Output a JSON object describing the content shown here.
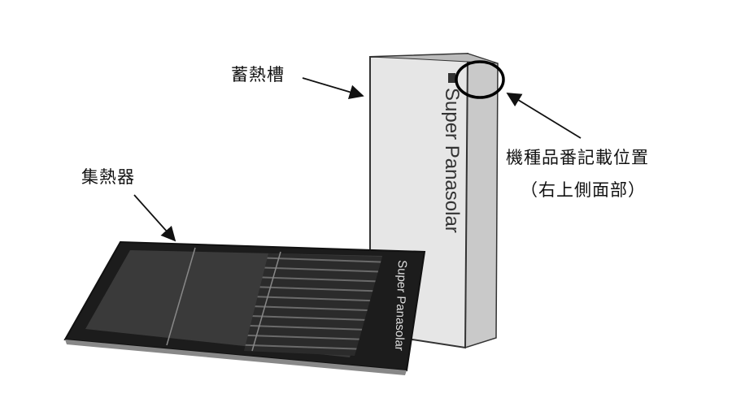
{
  "labels": {
    "storage_tank": "蓄熱槽",
    "collector": "集熱器",
    "model_location": "機種品番記載位置",
    "model_location_sub": "（右上側面部）"
  },
  "product": {
    "brand_text": "Super Panasolar"
  }
}
